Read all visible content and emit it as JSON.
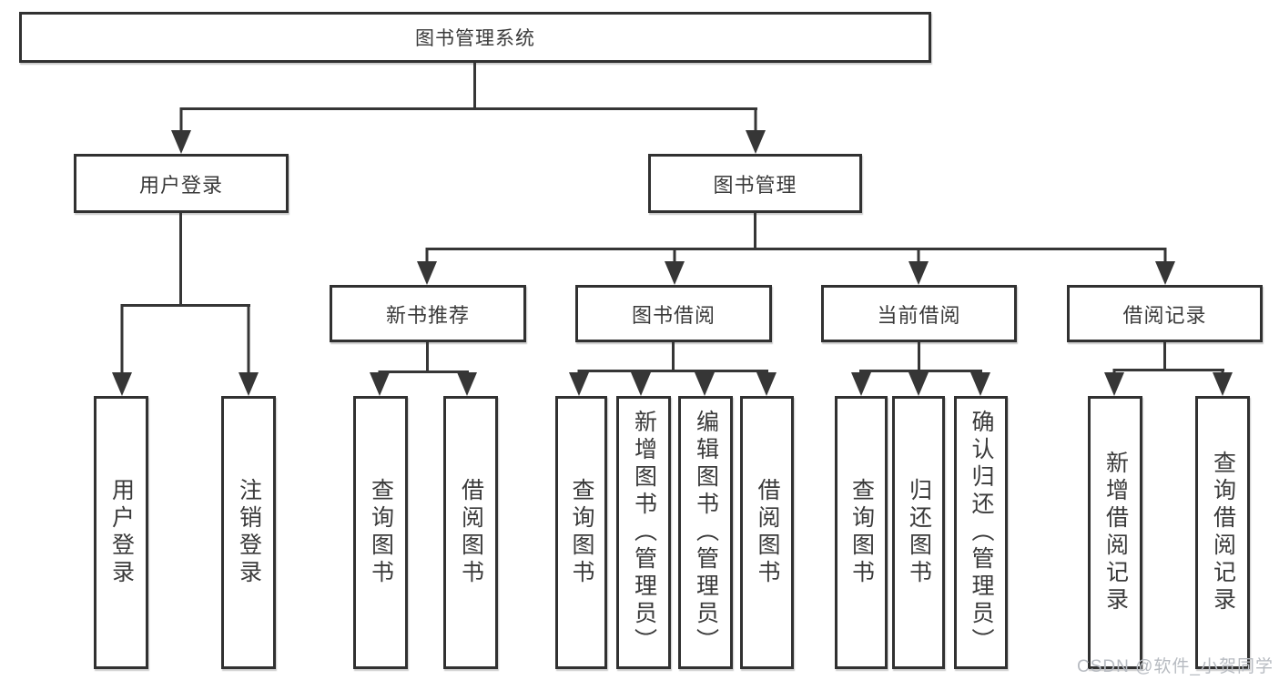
{
  "diagram": {
    "title": "图书管理系统",
    "root": {
      "label": "图书管理系统"
    },
    "level2": {
      "user_login": {
        "label": "用户登录"
      },
      "book_management": {
        "label": "图书管理"
      }
    },
    "level3": {
      "new_book_recommend": {
        "label": "新书推荐"
      },
      "book_borrowing": {
        "label": "图书借阅"
      },
      "current_borrowing": {
        "label": "当前借阅"
      },
      "borrowing_records": {
        "label": "借阅记录"
      }
    },
    "leaves": {
      "user_login_login": {
        "label": "用户登录"
      },
      "user_login_logout": {
        "label": "注销登录"
      },
      "rec_query_books": {
        "label": "查询图书"
      },
      "rec_borrow_books": {
        "label": "借阅图书"
      },
      "borrow_query_books": {
        "label": "查询图书"
      },
      "borrow_add_books": {
        "label": "新增图书（管理员）"
      },
      "borrow_edit_books": {
        "label": "编辑图书（管理员）"
      },
      "borrow_borrow_books": {
        "label": "借阅图书"
      },
      "current_query_books": {
        "label": "查询图书"
      },
      "current_return_books": {
        "label": "归还图书"
      },
      "current_confirm_return": {
        "label": "确认归还（管理员）"
      },
      "records_add_record": {
        "label": "新增借阅记录"
      },
      "records_query_record": {
        "label": "查询借阅记录"
      }
    },
    "colors": {
      "line": "#363636",
      "border": "#313131",
      "text": "#3a3a3a",
      "watermark": "#b7bbc1",
      "background": "#ffffff"
    }
  },
  "watermark": {
    "text": "CSDN @软件_小贺同学"
  }
}
